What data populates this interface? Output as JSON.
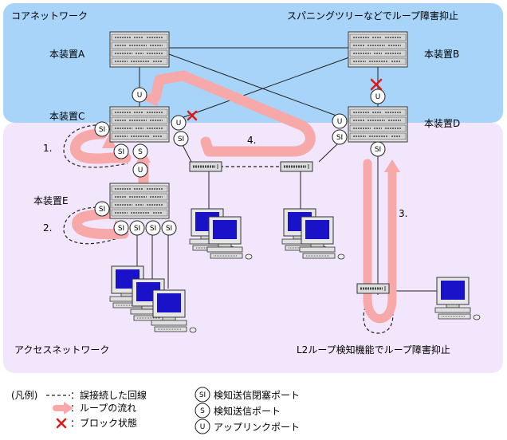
{
  "zones": {
    "core": {
      "label": "コアネットワーク",
      "note": "スパニングツリーなどでループ障害抑止"
    },
    "access": {
      "label": "アクセスネットワーク",
      "note": "L2ループ検知機能でループ障害抑止"
    }
  },
  "devices": {
    "A": "本装置A",
    "B": "本装置B",
    "C": "本装置C",
    "D": "本装置D",
    "E": "本装置E"
  },
  "ports": {
    "si": "SI",
    "s": "S",
    "u": "U"
  },
  "loops": {
    "one": "1.",
    "two": "2.",
    "three": "3.",
    "four": "4."
  },
  "legend": {
    "title": "(凡例)",
    "miswire": "：誤接続した回線",
    "loop_flow": "：ループの流れ",
    "blocked": "：ブロック状態",
    "si_port": "検知送信閉塞ポート",
    "s_port": "検知送信ポート",
    "u_port": "アップリンクポート"
  },
  "colors": {
    "core_bg": "#a7d4f8",
    "access_bg": "#f1e6fb",
    "loop": "#f7a8a8",
    "block": "#e01818"
  }
}
